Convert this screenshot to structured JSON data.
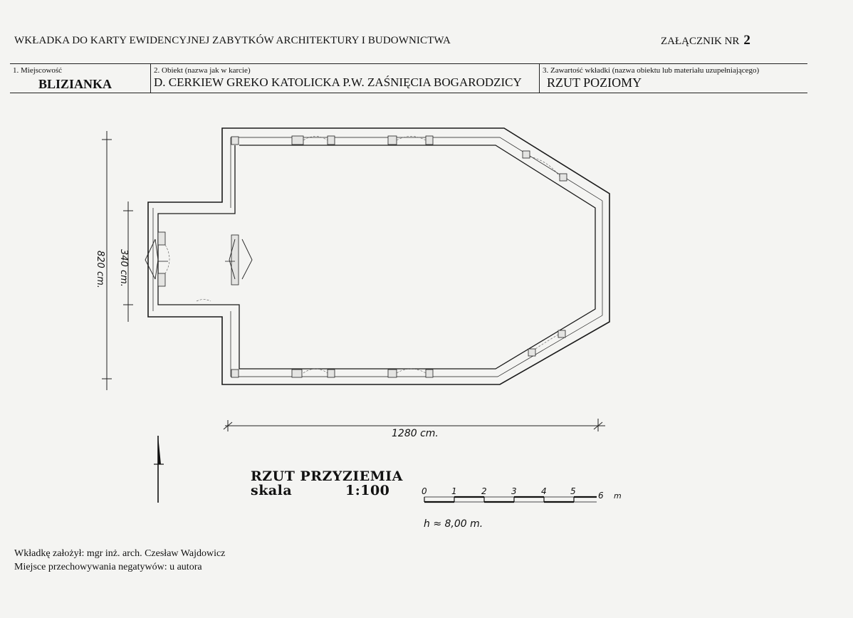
{
  "header": {
    "title": "WKŁADKA DO KARTY EWIDENCYJNEJ ZABYTKÓW ARCHITEKTURY I BUDOWNICTWA",
    "annex_label": "ZAŁĄCZNIK NR",
    "annex_number": "2"
  },
  "fields": {
    "place_label": "1. Miejscowość",
    "place_value": "BLIZIANKA",
    "object_label": "2. Obiekt (nazwa jak w karcie)",
    "object_value": "D. CERKIEW GREKO KATOLICKA P.W. ZAŚNIĘCIA BOGARODZICY",
    "contents_label": "3. Zawartość wkładki (nazwa obiektu lub materiału uzupełniającego)",
    "contents_value": "RZUT POZIOMY"
  },
  "drawing": {
    "dim_width": "1280 cm.",
    "dim_height": "820 cm.",
    "dim_porch": "340 cm.",
    "title_line1": "RZUT  PRZYZIEMIA",
    "title_line2": "skala",
    "scale_value": "1:100",
    "scale_ticks": [
      "0",
      "1",
      "2",
      "3",
      "4",
      "5",
      "6"
    ],
    "scale_unit": "m",
    "height_note": "h ≈ 8,00 m."
  },
  "footer": {
    "author_line": "Wkładkę założył: mgr inż. arch. Czesław Wajdowicz",
    "negatives_line": "Miejsce przechowywania negatywów:  u autora"
  }
}
